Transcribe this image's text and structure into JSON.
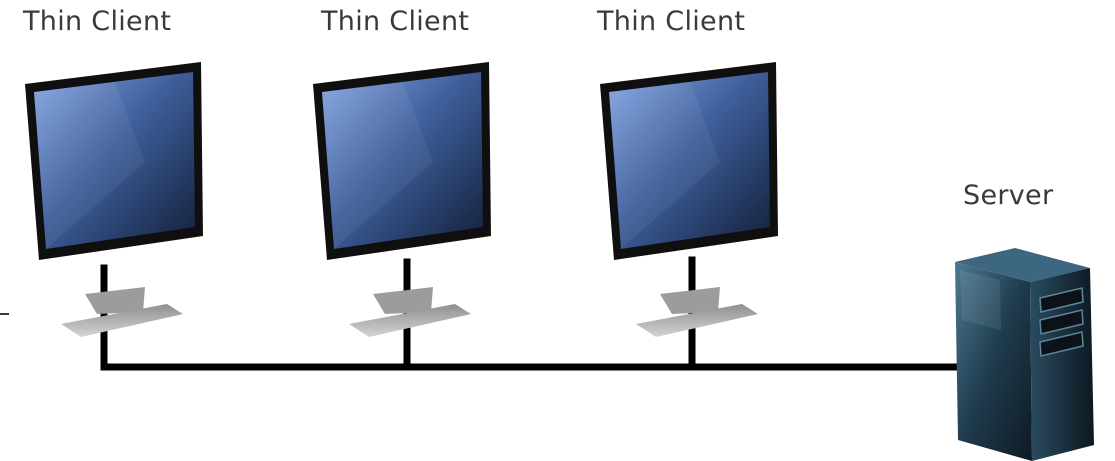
{
  "diagram": {
    "clients": [
      {
        "label": "Thin Client"
      },
      {
        "label": "Thin Client"
      },
      {
        "label": "Thin Client"
      }
    ],
    "server": {
      "label": "Server"
    },
    "colors": {
      "cable": "#000000",
      "screen_light": "#7ea0df",
      "screen_dark": "#152441",
      "bezel": "#0f0f10",
      "stand": "#b9b9b9",
      "server_body": "#1d3a4e",
      "text": "#3a3a3a"
    },
    "icons": {
      "client": "monitor-icon",
      "server": "tower-server-icon"
    }
  }
}
